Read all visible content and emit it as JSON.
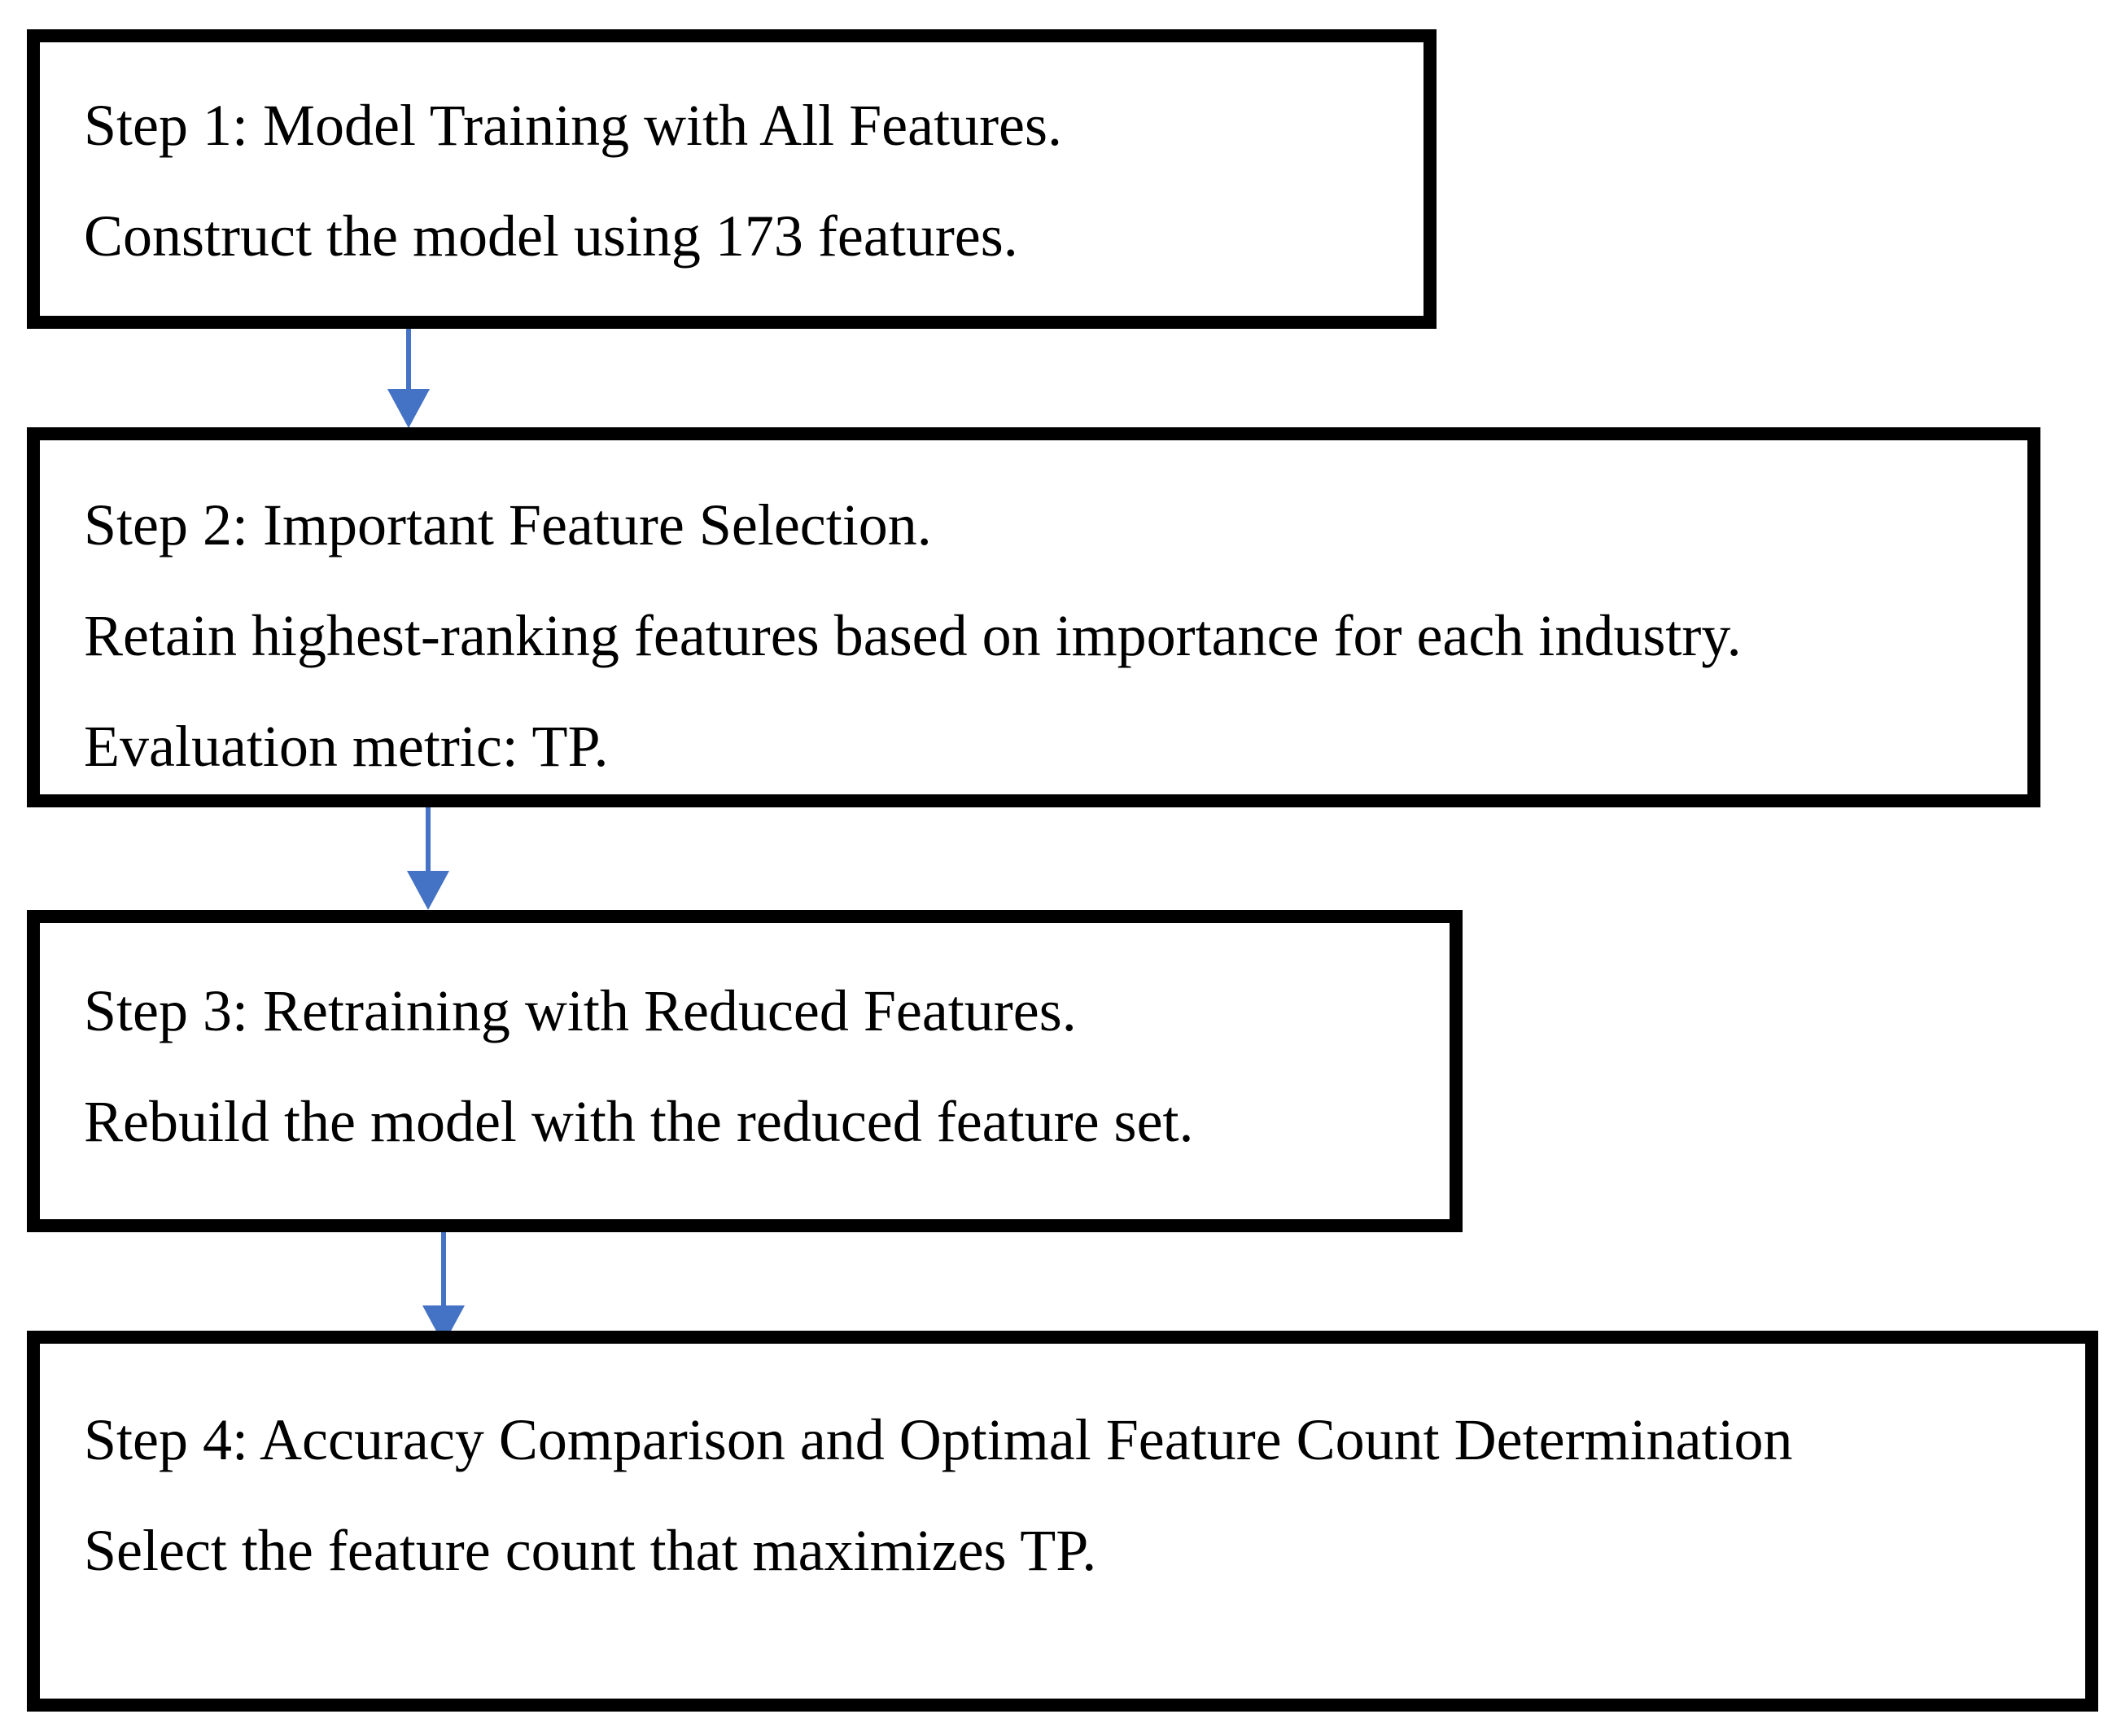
{
  "colors": {
    "arrow": "#4472C4",
    "border": "#000000",
    "text": "#000000",
    "background": "#FFFFFF"
  },
  "boxes": [
    {
      "id": "step-1",
      "lines": [
        "Step 1: Model Training with All Features.",
        "Construct the model using 173 features."
      ]
    },
    {
      "id": "step-2",
      "lines": [
        "Step 2: Important Feature Selection.",
        "Retain highest-ranking features based on importance for each industry.",
        "Evaluation metric: TP."
      ]
    },
    {
      "id": "step-3",
      "lines": [
        "Step 3: Retraining with Reduced Features.",
        "Rebuild the model with the reduced feature set."
      ]
    },
    {
      "id": "step-4",
      "lines": [
        "Step 4: Accuracy Comparison and Optimal Feature Count Determination",
        "Select the feature count that maximizes TP."
      ]
    }
  ]
}
